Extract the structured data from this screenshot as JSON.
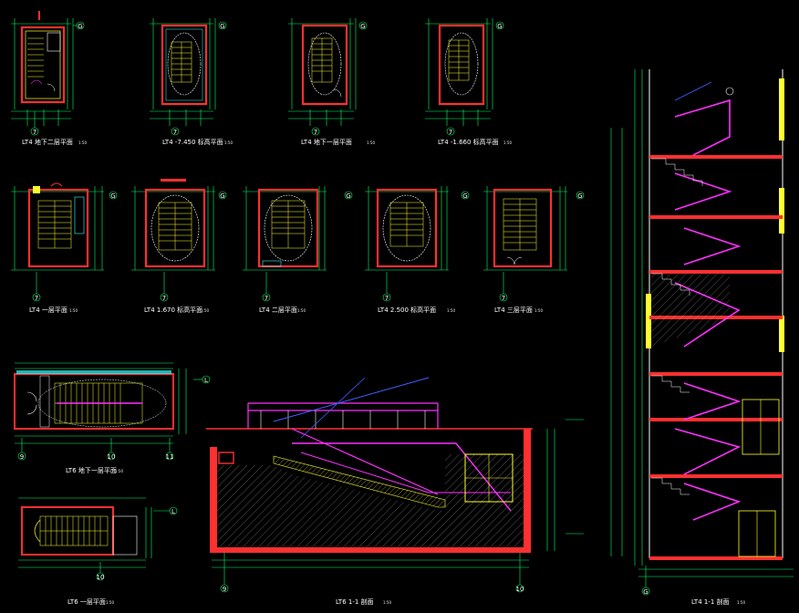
{
  "drawing": {
    "background": "#000000",
    "colors": {
      "wall": "#ff3030",
      "dimension": "#00ff66",
      "cyan": "#30ffff",
      "stair": "#ffff30",
      "ramp": "#ff30ff",
      "blue": "#4060ff",
      "white": "#ffffff",
      "grey": "#9a9a9a"
    }
  },
  "plans_row1": [
    {
      "title": "LT4 地下二层平面",
      "scale": "1:50",
      "axis_bottom": "7",
      "axis_right": "G"
    },
    {
      "title": "LT4 -7.450 标高平面",
      "scale": "1:50",
      "axis_bottom": "7",
      "axis_right": "G"
    },
    {
      "title": "LT4 地下一层平面",
      "scale": "1:50",
      "axis_bottom": "7",
      "axis_right": "G"
    },
    {
      "title": "LT4 -1.660 标高平面",
      "scale": "1:50",
      "axis_bottom": "7",
      "axis_right": "G"
    }
  ],
  "plans_row2": [
    {
      "title": "LT4 一层平面",
      "scale": "1:50",
      "axis_bottom": "7",
      "axis_right": "G"
    },
    {
      "title": "LT4 1.670 标高平面",
      "scale": "1:50",
      "axis_bottom": "7",
      "axis_right": "G"
    },
    {
      "title": "LT4 二层平面",
      "scale": "1:50",
      "axis_bottom": "7",
      "axis_right": "G"
    },
    {
      "title": "LT4 2.500 标高平面",
      "scale": "1:50",
      "axis_bottom": "7",
      "axis_right": "G"
    },
    {
      "title": "LT4 三层平面",
      "scale": "1:50",
      "axis_bottom": "7",
      "axis_right": "G"
    }
  ],
  "lt6_plans": [
    {
      "title": "LT6 地下一层平面",
      "scale": "1:50",
      "axis_left": "9",
      "axis_mid": "10",
      "axis_right": "11",
      "axis_side": "L"
    },
    {
      "title": "LT6 一层平面",
      "scale": "1:50",
      "axis_mid": "10",
      "axis_side": "L"
    }
  ],
  "section_lt6": {
    "title": "LT6 1-1 剖面",
    "scale": "1:50",
    "axis_left": "9",
    "axis_right": "10"
  },
  "section_lt4": {
    "title": "LT4 1-1 剖面",
    "scale": "1:50",
    "axis_bottom": "G"
  }
}
